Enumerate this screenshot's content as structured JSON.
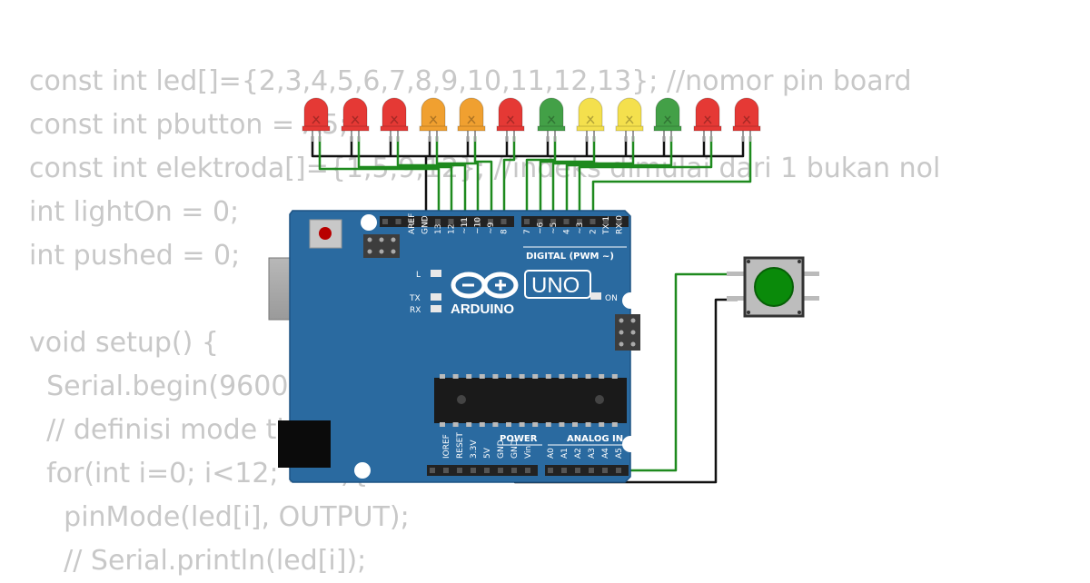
{
  "code_lines": [
    "const int led[]={2,3,4,5,6,7,8,9,10,11,12,13}; //nomor pin board",
    "const int pbutton = A5;",
    "const int elektroda[]={1,5,9,12}; //indeks dimulai dari 1 bukan nol",
    "int lightOn = 0;",
    "int pushed = 0;",
    "",
    "void setup() {",
    "  Serial.begin(9600);",
    "  // definisi mode tiap pin",
    "  for(int i=0; i<12; i++){",
    "    pinMode(led[i], OUTPUT);",
    "    // Serial.println(led[i]);"
  ],
  "board": {
    "brand": "ARDUINO",
    "model": "UNO",
    "digital_header_label": "DIGITAL (PWM ~)",
    "power_label": "POWER",
    "analog_label": "ANALOG IN",
    "on_label": "ON",
    "l_label": "L",
    "tx_label": "TX",
    "rx_label": "RX",
    "top_pins_left": [
      "AREF",
      "GND",
      "13",
      "12",
      "~11",
      "~10",
      "~9",
      "8"
    ],
    "top_pins_right": [
      "7",
      "~6",
      "~5",
      "4",
      "~3",
      "2",
      "TX 1",
      "RX 0"
    ],
    "power_pins": [
      "IOREF",
      "RESET",
      "3.3V",
      "5V",
      "GND",
      "GND",
      "Vin"
    ],
    "analog_pins": [
      "A0",
      "A1",
      "A2",
      "A3",
      "A4",
      "A5"
    ]
  },
  "leds": {
    "colors": [
      "red",
      "red",
      "red",
      "orange",
      "orange",
      "red",
      "green",
      "yellow",
      "yellow",
      "green",
      "red",
      "red"
    ],
    "palette": {
      "red": "#e53935",
      "orange": "#f0a030",
      "green": "#43a047",
      "yellow": "#f4e04d"
    }
  },
  "button": {
    "color": "#0a8a0a"
  },
  "wire_colors": {
    "green": "#1e8a1e",
    "black": "#111111"
  }
}
